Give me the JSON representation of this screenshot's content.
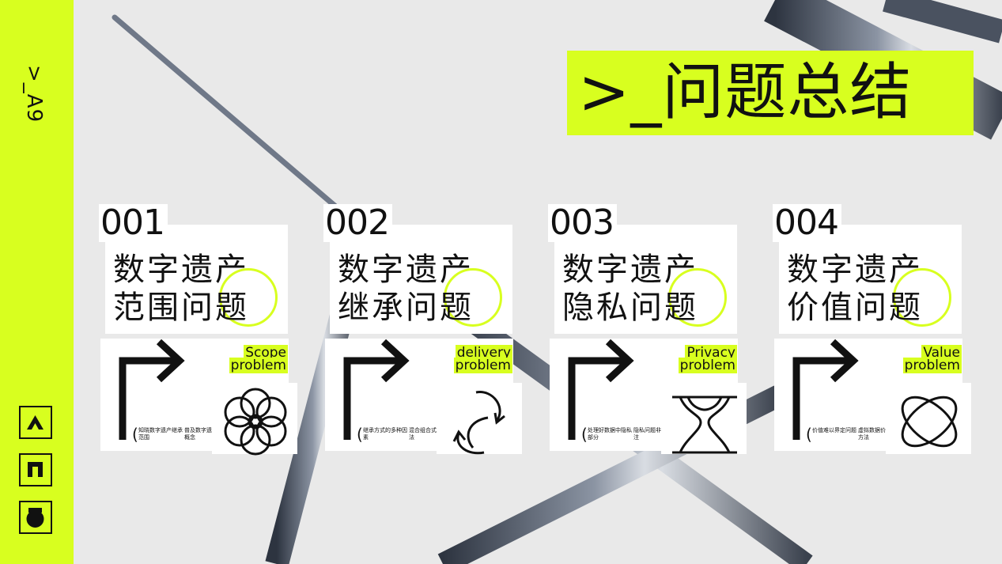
{
  "sidebar": {
    "code": ">_A9",
    "icons": [
      "chevron-up-icon",
      "square-frame-icon",
      "circle-notch-icon"
    ]
  },
  "title": ">_问题总结",
  "colors": {
    "accent": "#d8ff1f",
    "ink": "#111111",
    "background": "#e9e9e9"
  },
  "cards": [
    {
      "num": "001",
      "line1": "数字遗产",
      "line2": "范围问题",
      "en1": "Scope",
      "en2": "problem",
      "note1": "知晓数字遗产继承范围",
      "note2": "普及数字遗产继承概念",
      "icon": "flower-icon"
    },
    {
      "num": "002",
      "line1": "数字遗产",
      "line2": "继承问题",
      "en1": "delivery",
      "en2": "problem",
      "note1": "继承方式的多种因素",
      "note2": "混合组合式继承方法",
      "icon": "cycle-arrows-icon"
    },
    {
      "num": "003",
      "line1": "数字遗产",
      "line2": "隐私问题",
      "en1": "Privacy",
      "en2": "problem",
      "note1": "处理好数据中隐私部分",
      "note2": "隐私问题非常受关注",
      "icon": "hourglass-icon"
    },
    {
      "num": "004",
      "line1": "数字遗产",
      "line2": "价值问题",
      "en1": "Value",
      "en2": "problem",
      "note1": "价值难以界定问题",
      "note2": "虚拟数据价值界定方法",
      "icon": "orbit-icon"
    }
  ]
}
